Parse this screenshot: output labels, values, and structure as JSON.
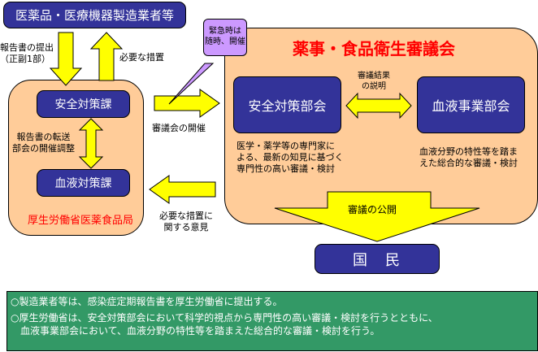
{
  "manufacturer": {
    "label": "医薬品・医療機器製造業者等"
  },
  "ministry": {
    "name": "厚生労働省医薬食品局",
    "safety_division": "安全対策課",
    "blood_division": "血液対策課",
    "internal_label_line1": "報告書の転送",
    "internal_label_line2": "部会の開催調整"
  },
  "report_submit": {
    "line1": "報告書の提出",
    "line2": "（正副1部）"
  },
  "necessary_measures": "必要な措置",
  "callout": {
    "line1": "緊急時は",
    "line2": "随時、開催"
  },
  "council_meeting": "審議会の開催",
  "opinion": {
    "line1": "必要な措置に",
    "line2": "関する意見"
  },
  "council": {
    "title": "薬事・食品衛生審議会",
    "safety_committee": "安全対策部会",
    "blood_committee": "血液事業部会",
    "explain_line1": "審議結果",
    "explain_line2": "の説明",
    "safety_desc": [
      "医学・薬学等の専門家に",
      "よる、最新の知見に基づく",
      "専門性の高い審議・検討"
    ],
    "blood_desc": [
      "血液分野の特性等を踏ま",
      "えた総合的な審議・検討"
    ],
    "disclosure": "審議の公開"
  },
  "public": {
    "label": "国　民"
  },
  "notes": [
    "○製造業者等は、感染症定期報告書を厚生労働省に提出する。",
    "○厚生労働省は、安全対策部会において科学的視点から専門性の高い審議・検討を行うとともに、",
    "　血液事業部会において、血液分野の特性等を踏まえた総合的な審議・検討を行う。"
  ],
  "colors": {
    "navy": "#333399",
    "peach": "#ffcc99",
    "arrow": "#ffff00",
    "red": "#ff0000",
    "callout": "#cc99ff",
    "notes_bg": "#339966"
  }
}
